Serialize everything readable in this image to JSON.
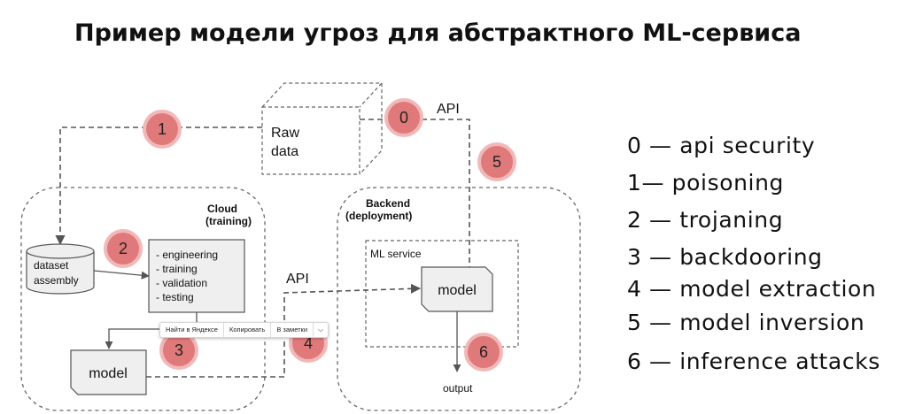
{
  "title": "Пример модели угроз для абстрактного ML-сервиса",
  "diagram": {
    "raw_data": [
      "Raw",
      "data"
    ],
    "api_top": "API",
    "api_mid": "API",
    "cloud_label": [
      "Cloud",
      "(training)"
    ],
    "backend_label": [
      "Backend",
      "(deployment)"
    ],
    "dataset_label": [
      "dataset",
      "assembly"
    ],
    "steps": [
      "- engineering",
      "- training",
      "- validation",
      "- testing"
    ],
    "model_left": "model",
    "ml_service": "ML service",
    "model_right": "model",
    "output": "output",
    "badges": [
      "0",
      "1",
      "2",
      "3",
      "4",
      "5",
      "6"
    ]
  },
  "legend": [
    "0 — api security",
    "1— poisoning",
    "2 — trojaning",
    "3 — backdooring",
    "4 — model extraction",
    "5 — model inversion",
    "6 — inference attacks"
  ],
  "context_menu": {
    "items": [
      "Найти в Яндексе",
      "Копировать",
      "В заметки"
    ],
    "more": "⌵"
  },
  "colors": {
    "badge_fill": "#e07a7a",
    "badge_ring": "#f2b8b8",
    "box_fill": "#efefef",
    "line": "#555555"
  }
}
